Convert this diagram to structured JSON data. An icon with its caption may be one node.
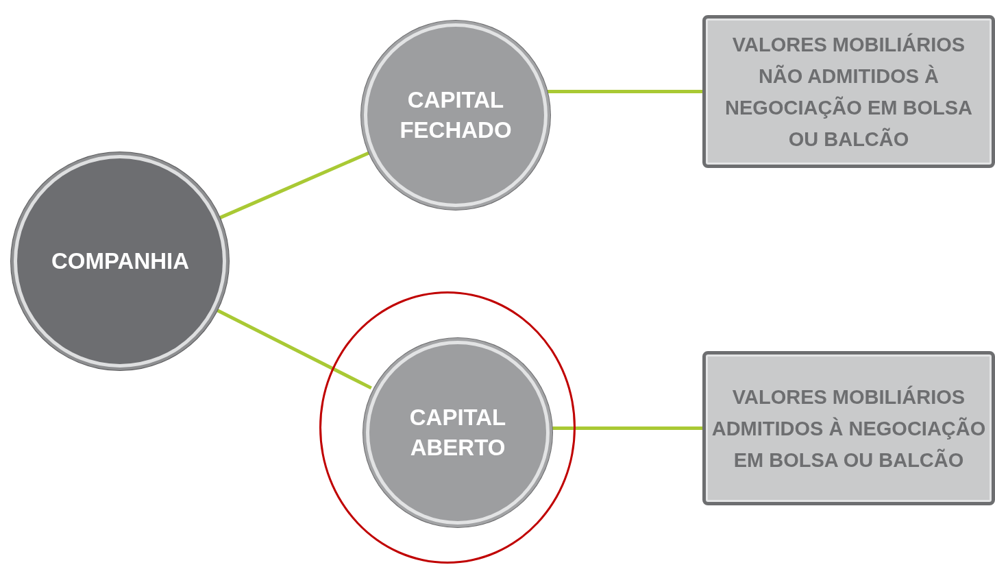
{
  "diagram": {
    "nodes": [
      {
        "text": [
          "COMPANHIA"
        ]
      },
      {
        "text": [
          "CAPITAL FECHADO"
        ]
      },
      {
        "text": [
          "VALORES MOBILIÁRIOS NÃO ADMITIDOS À NEGOCIAÇÃO EM BOLSA OU BALCÃO"
        ]
      },
      {
        "text": [],
        "shape": "circle"
      },
      {
        "text": [
          "CAPITAL ABERTO"
        ],
        "in": 3
      },
      {
        "text": [
          "VALORES MOBILIÁRIOS ADMITIDOS À NEGOCIAÇÃO EM BOLSA OU BALCÃO"
        ]
      }
    ],
    "edges": [
      {
        "from": 0,
        "to": 1,
        "arrow": "none"
      },
      {
        "from": 1,
        "to": 2,
        "arrow": "none"
      },
      {
        "from": 0,
        "to": 4,
        "arrow": "none"
      },
      {
        "from": 4,
        "to": 5,
        "arrow": "none"
      }
    ]
  }
}
